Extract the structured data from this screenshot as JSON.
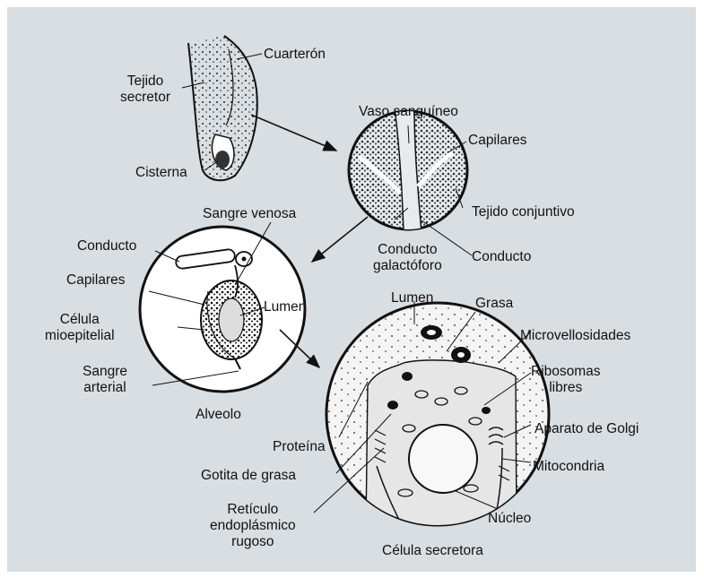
{
  "labels": {
    "cuarteron": "Cuarterón",
    "tejido_secretor": "Tejido\nsecretor",
    "cisterna": "Cisterna",
    "vaso_sanguineo": "Vaso sanguíneo",
    "capilares_top": "Capilares",
    "tejido_conjuntivo": "Tejido conjuntivo",
    "conducto_galactoforo": "Conducto\ngalactóforo",
    "conducto_right": "Conducto",
    "sangre_venosa": "Sangre venosa",
    "conducto_left": "Conducto",
    "capilares_left": "Capilares",
    "lumen_alveolo": "Lumen",
    "celula_mioepitelial": "Célula\nmioepitelial",
    "sangre_arterial": "Sangre\narterial",
    "alveolo": "Alveolo",
    "lumen_cell": "Lumen",
    "grasa": "Grasa",
    "microvellosidades": "Microvellosidades",
    "ribosomas_libres": "Ribosomas\nlibres",
    "aparato_golgi": "Aparato de Golgi",
    "mitocondria": "Mitocondria",
    "nucleo": "Núcleo",
    "celula_secretora": "Célula secretora",
    "proteina": "Proteína",
    "gotita_grasa": "Gotita de grasa",
    "reticulo": "Retículo\nendoplásmico\nrugoso"
  },
  "colors": {
    "background": "#d9dee2",
    "ink": "#111111"
  }
}
